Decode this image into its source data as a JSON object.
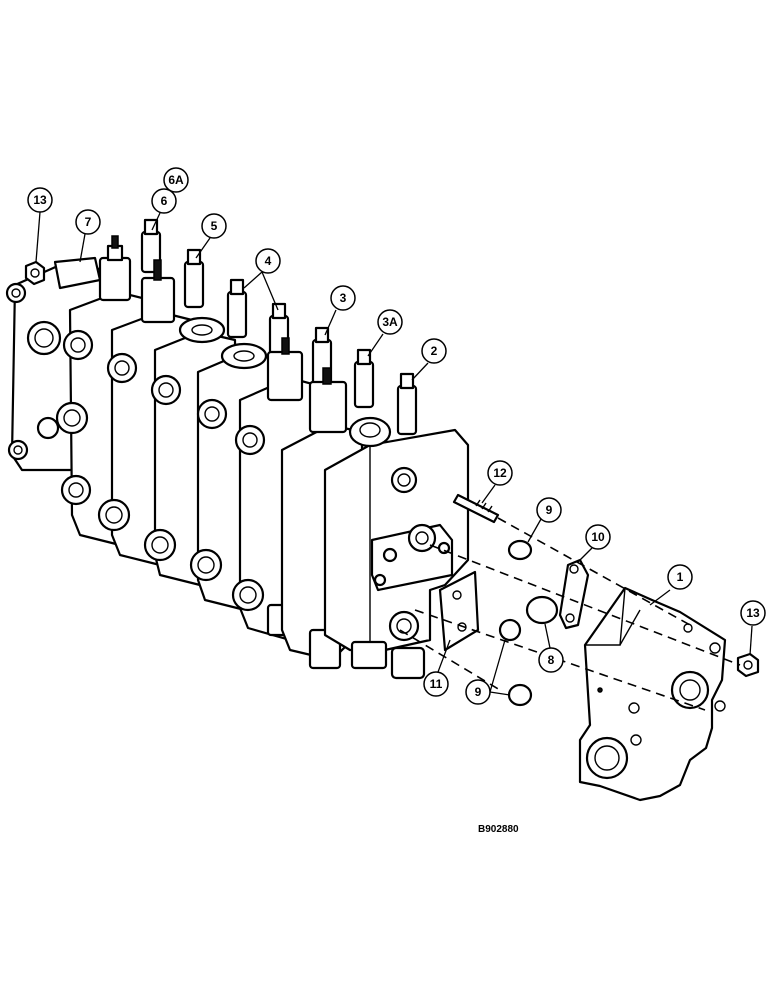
{
  "callouts": [
    {
      "label": "13"
    },
    {
      "label": "7"
    },
    {
      "label": "6A"
    },
    {
      "label": "6"
    },
    {
      "label": "5"
    },
    {
      "label": "4"
    },
    {
      "label": "3"
    },
    {
      "label": "3A"
    },
    {
      "label": "2"
    },
    {
      "label": "12"
    },
    {
      "label": "9"
    },
    {
      "label": "10"
    },
    {
      "label": "1"
    },
    {
      "label": "13"
    },
    {
      "label": "8"
    },
    {
      "label": "9"
    },
    {
      "label": "11"
    }
  ],
  "drawing_code": "B902880"
}
